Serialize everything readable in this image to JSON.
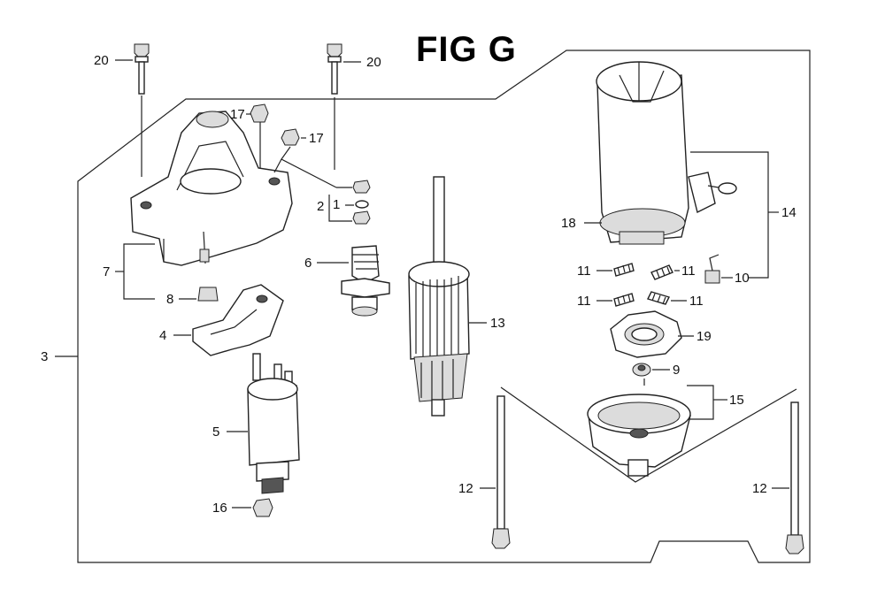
{
  "title": "FIG G",
  "labels": {
    "p1": "1",
    "p2": "2",
    "p3": "3",
    "p4": "4",
    "p5": "5",
    "p6": "6",
    "p7": "7",
    "p8": "8",
    "p9": "9",
    "p10": "10",
    "p11a": "11",
    "p11b": "11",
    "p11c": "11",
    "p11d": "11",
    "p12a": "12",
    "p12b": "12",
    "p13": "13",
    "p14": "14",
    "p15": "15",
    "p16": "16",
    "p17a": "17",
    "p17b": "17",
    "p18": "18",
    "p19": "19",
    "p20a": "20",
    "p20b": "20"
  }
}
